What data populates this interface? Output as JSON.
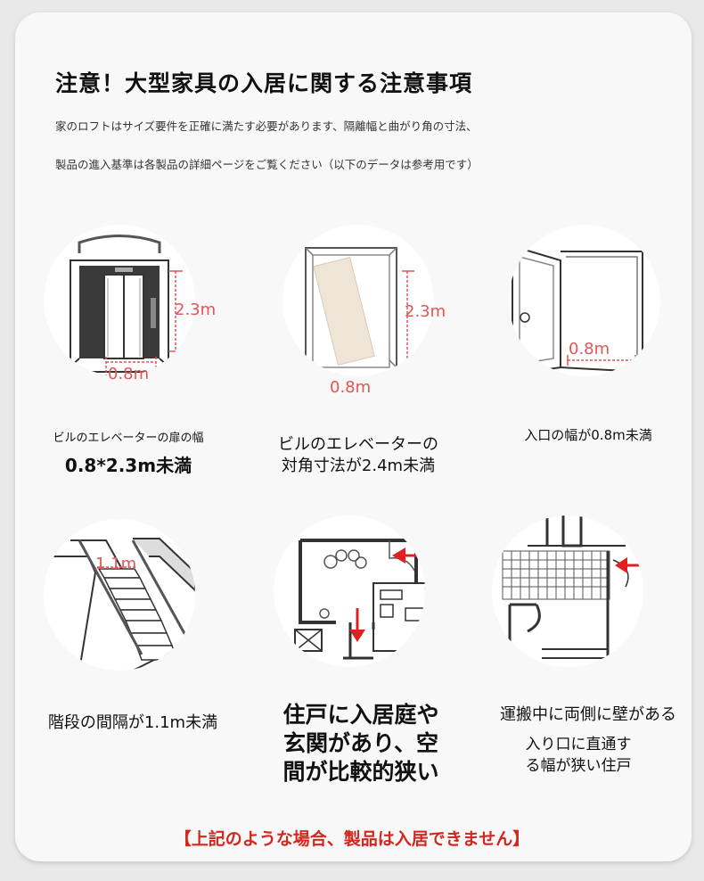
{
  "header": {
    "title": "注意！大型家具の入居に関する注意事項",
    "line1": "家のロフトはサイズ要件を正確に満たす必要があります、隔離幅と曲がり角の寸法、",
    "line2": "製品の進入基準は各製品の詳細ページをご覧ください（以下のデータは参考用です）"
  },
  "items": [
    {
      "dim_h": "2.3m",
      "dim_w": "0.8m",
      "caption_small": "ビルのエレベーターの扉の幅",
      "caption_big": "0.8*2.3m未満"
    },
    {
      "dim_h": "2.3m",
      "dim_w": "0.8m",
      "caption_line1": "ビルのエレベーターの",
      "caption_line2": "対角寸法が2.4m未満"
    },
    {
      "dim_w": "0.8m",
      "caption": "入口の幅が0.8m未満"
    },
    {
      "dim_w": "1.1m",
      "caption": "階段の間隔が1.1m未満"
    },
    {
      "caption_line1": "住戸に入居庭や",
      "caption_line2": "玄関があり、空",
      "caption_line3": "間が比較的狭い"
    },
    {
      "caption_line1": "運搬中に両側に壁がある",
      "caption_line2": "入り口に直通す",
      "caption_line3": "る幅が狭い住戸"
    }
  ],
  "footer": {
    "notice": "【上記のような場合、製品は入居できません】"
  },
  "colors": {
    "accent_red": "#d3271e",
    "dimension_red": "#e05555",
    "background": "#f8f8f8"
  },
  "icons": [
    "elevator-door-icon",
    "elevator-diagonal-icon",
    "entrance-door-icon",
    "staircase-icon",
    "floor-plan-icon",
    "narrow-corridor-icon"
  ]
}
